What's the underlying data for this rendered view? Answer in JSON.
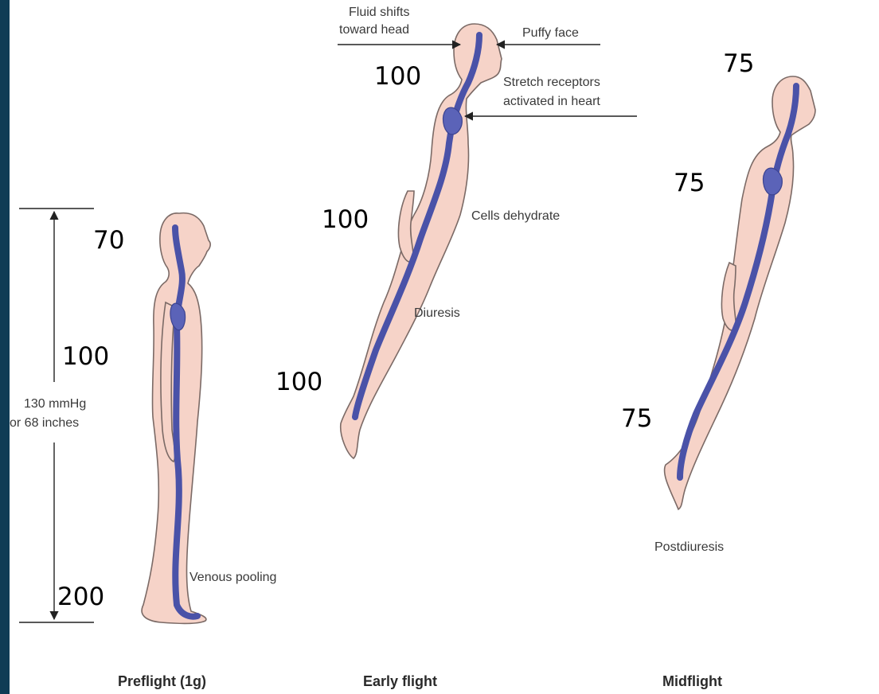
{
  "annotations": {
    "fluid_shifts_line1": "Fluid shifts",
    "fluid_shifts_line2": "toward head",
    "puffy_face": "Puffy face",
    "stretch_line1": "Stretch receptors",
    "stretch_line2": "activated in heart",
    "cells_dehydrate": "Cells dehydrate",
    "diuresis": "Diuresis",
    "postdiuresis": "Postdiuresis",
    "venous_pooling": "Venous pooling",
    "height_line1": "130 mmHg",
    "height_line2": "or 68 inches"
  },
  "captions": {
    "preflight": "Preflight (1g)",
    "early": "Early flight",
    "mid": "Midflight"
  },
  "pressures": {
    "preflight": {
      "head": "70",
      "heart": "100",
      "feet": "200"
    },
    "early": {
      "head": "100",
      "heart": "100",
      "feet": "100"
    },
    "mid": {
      "head": "75",
      "heart": "75",
      "feet": "75"
    }
  },
  "colors": {
    "frame": "#0f3c55",
    "skin": "#f6d3c8",
    "vessel": "#4a52a8"
  }
}
